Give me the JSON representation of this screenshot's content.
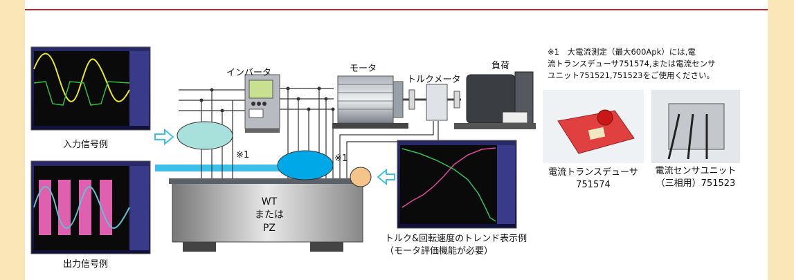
{
  "labels": {
    "inverter": "インバータ",
    "motor": "モータ",
    "torque_meter": "トルクメータ",
    "load": "負荷",
    "input_example": "入力信号例",
    "output_example": "出力信号例",
    "note_mark_1": "※1",
    "note_mark_2": "※1",
    "wt_line1": "WT",
    "wt_line2": "または",
    "wt_line3": "PZ",
    "trend_line1": "トルク&回転速度のトレンド表示例",
    "trend_line2": "（モータ評価機能が必要）"
  },
  "note": {
    "line1": "※1　大電流測定（最大600Apk）には,電",
    "line2": "流トランスデューサ751574,または電流センサ",
    "line3": "ユニット751521,751523をご使用ください。"
  },
  "products": [
    {
      "name": "電流トランスデューサ",
      "model": "751574"
    },
    {
      "name": "電流センサユニット",
      "model": "（三相用）751523"
    }
  ],
  "colors": {
    "accent_red": "#c8202a",
    "side_band": "#fbe6b8",
    "ellipse_input": "#a8e0dc",
    "ellipse_output": "#00a8e8",
    "ellipse_torque": "#f5c48a",
    "arrow_blue": "#3cc0e8"
  }
}
